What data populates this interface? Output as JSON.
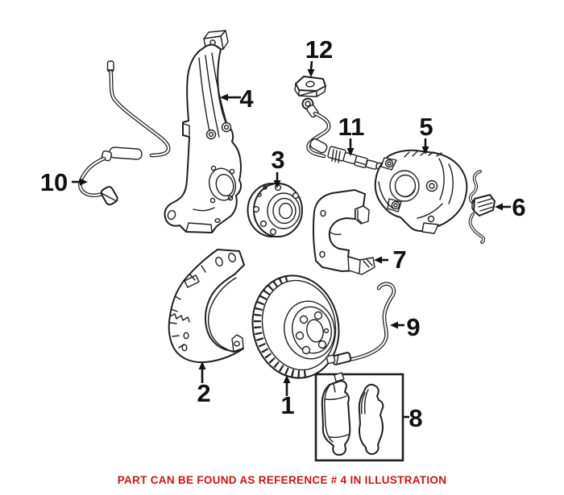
{
  "caption": {
    "text": "PART CAN BE FOUND AS REFERENCE # 4 IN ILLUSTRATION",
    "color": "#c81515"
  },
  "colors": {
    "line": "#1f1f1f",
    "background": "#ffffff"
  },
  "diagram": {
    "callouts": [
      {
        "label": "1"
      },
      {
        "label": "2"
      },
      {
        "label": "3"
      },
      {
        "label": "4"
      },
      {
        "label": "5"
      },
      {
        "label": "6"
      },
      {
        "label": "7"
      },
      {
        "label": "8"
      },
      {
        "label": "9"
      },
      {
        "label": "10"
      },
      {
        "label": "11"
      },
      {
        "label": "12"
      }
    ]
  }
}
